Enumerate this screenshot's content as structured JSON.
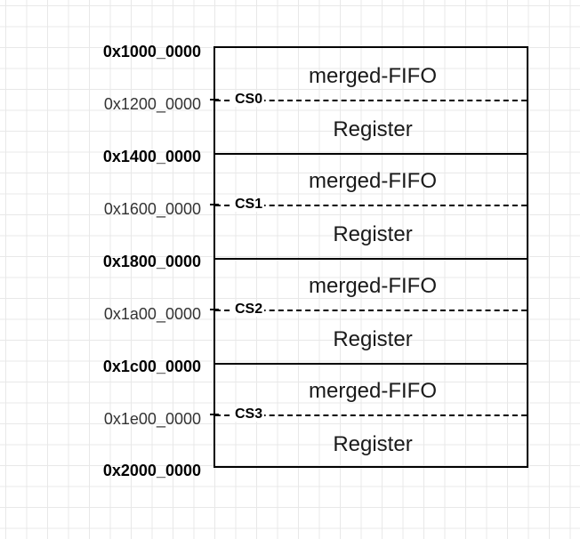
{
  "addresses": {
    "a0": "0x1000_0000",
    "a1": "0x1200_0000",
    "a2": "0x1400_0000",
    "a3": "0x1600_0000",
    "a4": "0x1800_0000",
    "a5": "0x1a00_0000",
    "a6": "0x1c00_0000",
    "a7": "0x1e00_0000",
    "a8": "0x2000_0000"
  },
  "blocks": [
    {
      "cs": "CS0",
      "top": "merged-FIFO",
      "bottom": "Register"
    },
    {
      "cs": "CS1",
      "top": "merged-FIFO",
      "bottom": "Register"
    },
    {
      "cs": "CS2",
      "top": "merged-FIFO",
      "bottom": "Register"
    },
    {
      "cs": "CS3",
      "top": "merged-FIFO",
      "bottom": "Register"
    }
  ]
}
